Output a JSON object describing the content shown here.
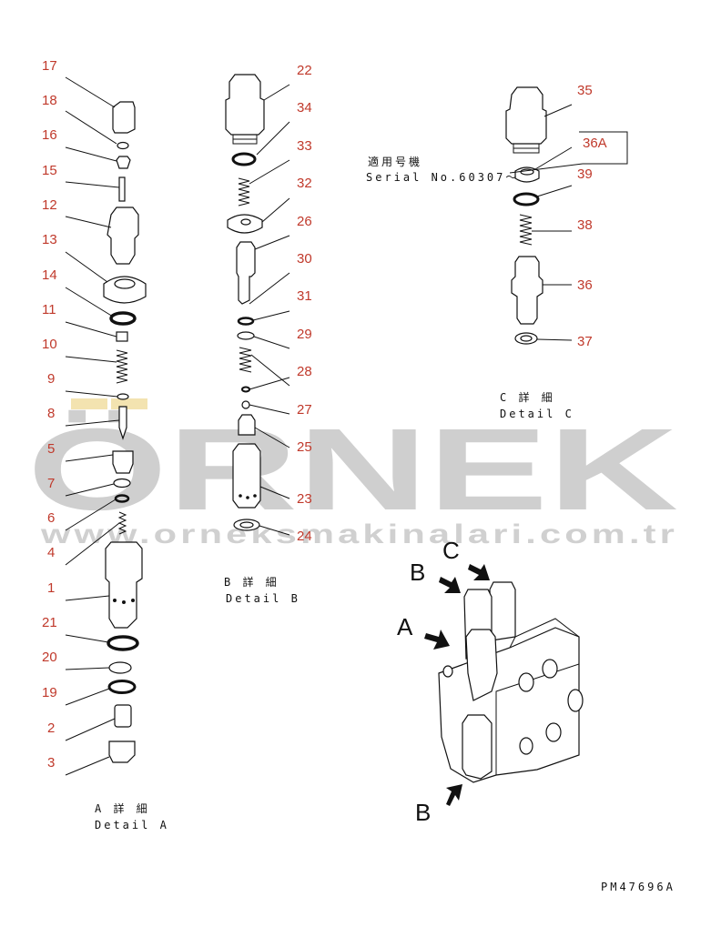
{
  "watermark": {
    "brand": "ÖRNEK",
    "url": "www.orneksmakinalari.com.tr"
  },
  "detail_a": {
    "label_jp": "A 詳 細",
    "label_en": "Detail A"
  },
  "detail_b": {
    "label_jp": "B 詳 細",
    "label_en": "Detail B"
  },
  "detail_c": {
    "label_jp": "C 詳 細",
    "label_en": "Detail C"
  },
  "serial_note": {
    "jp": "適用号機",
    "en": "Serial No.60307～"
  },
  "view_markers": {
    "a": "A",
    "b_top": "B",
    "b_bottom": "B",
    "c": "C"
  },
  "drawing_code": "PM47696A",
  "part_numbers": {
    "p17": "17",
    "p18": "18",
    "p16": "16",
    "p15": "15",
    "p12": "12",
    "p13": "13",
    "p14": "14",
    "p11": "11",
    "p10": "10",
    "p9": "9",
    "p8": "8",
    "p5": "5",
    "p7": "7",
    "p6": "6",
    "p4": "4",
    "p1": "1",
    "p21": "21",
    "p20": "20",
    "p19": "19",
    "p2": "2",
    "p3": "3",
    "p22": "22",
    "p34": "34",
    "p33": "33",
    "p32": "32",
    "p26": "26",
    "p30": "30",
    "p31": "31",
    "p29": "29",
    "p28": "28",
    "p27": "27",
    "p25": "25",
    "p23": "23",
    "p24": "24",
    "p35": "35",
    "p36A": "36A",
    "p39": "39",
    "p38": "38",
    "p36": "36",
    "p37": "37"
  }
}
